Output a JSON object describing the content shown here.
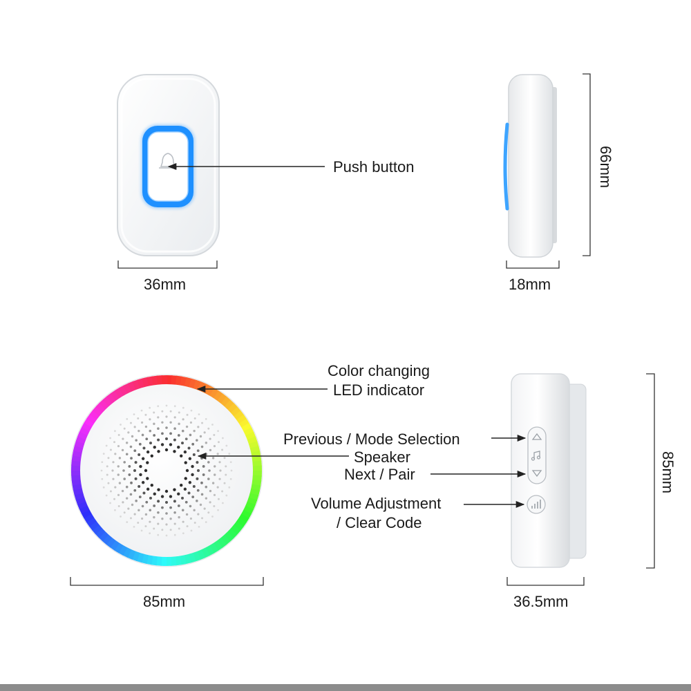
{
  "labels": {
    "push_button": "Push button",
    "led_line1": "Color changing",
    "led_line2": "LED indicator",
    "previous_mode": "Previous / Mode Selection",
    "speaker": "Speaker",
    "next_pair": "Next / Pair",
    "volume_line1": "Volume Adjustment",
    "volume_line2": "/ Clear Code"
  },
  "dimensions": {
    "button_width": "36mm",
    "button_depth": "18mm",
    "button_height": "66mm",
    "receiver_diameter": "85mm",
    "receiver_depth": "36.5mm",
    "receiver_height": "85mm"
  },
  "colors": {
    "button_led": "#1e90ff",
    "dimension_line": "#333333"
  }
}
